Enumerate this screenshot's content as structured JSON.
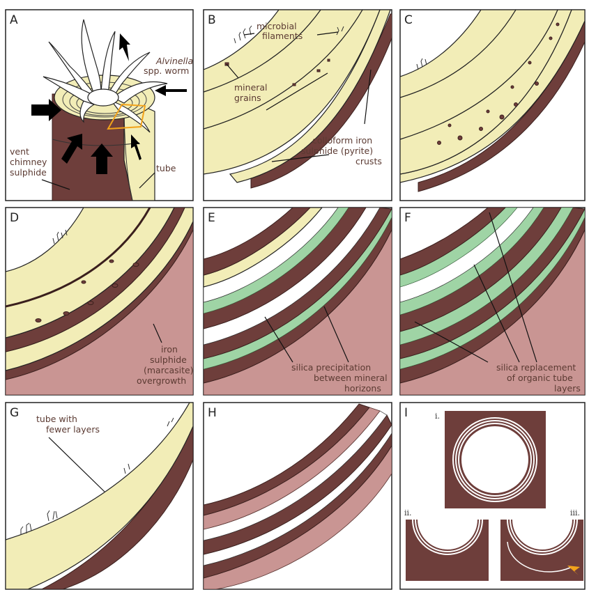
{
  "panels": {
    "A": {
      "letter": "A",
      "worm_name": "Alvinella",
      "worm_suffix": "spp. worm",
      "chimney_label": [
        "vent",
        "chimney",
        "sulphide"
      ],
      "tube_label": "tube"
    },
    "B": {
      "letter": "B",
      "filaments_label": [
        "microbial",
        "filaments"
      ],
      "grains_label": [
        "mineral",
        "grains"
      ],
      "crust_label": [
        "colloform iron",
        "sulphide (pyrite)",
        "crusts"
      ]
    },
    "C": {
      "letter": "C"
    },
    "D": {
      "letter": "D",
      "overgrowth_label": [
        "iron",
        "sulphide",
        "(marcasite)",
        "overgrowth"
      ]
    },
    "E": {
      "letter": "E",
      "silica_label": [
        "silica precipitation",
        "between mineral",
        "horizons"
      ]
    },
    "F": {
      "letter": "F",
      "replacement_label": [
        "silica replacement",
        "of organic tube",
        "layers"
      ]
    },
    "G": {
      "letter": "G",
      "tube_label": [
        "tube with",
        "fewer layers"
      ]
    },
    "H": {
      "letter": "H"
    },
    "I": {
      "letter": "I",
      "sub_i": "i.",
      "sub_ii": "ii.",
      "sub_iii": "iii."
    }
  },
  "colors": {
    "tube": "#f2edb7",
    "iron_sulphide": "#6e3e3b",
    "marcasite": "#c99593",
    "silica": "#9fd4a5",
    "highlight": "#f2a31b"
  }
}
